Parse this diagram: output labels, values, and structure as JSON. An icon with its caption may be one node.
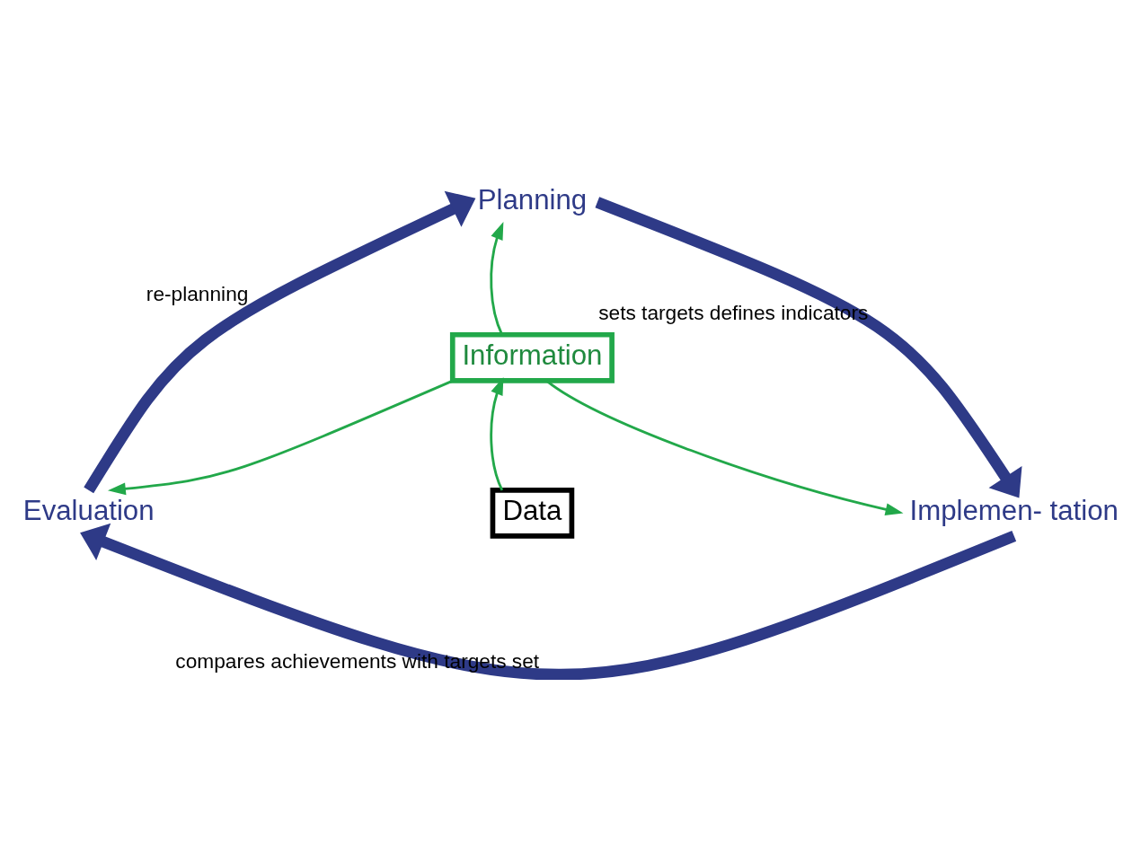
{
  "diagram": {
    "nodes": [
      {
        "text": [
          "Planning"
        ]
      },
      {
        "text": [
          "Information"
        ]
      },
      {
        "text": [
          "Evaluation"
        ]
      },
      {
        "text": [
          "Data"
        ]
      },
      {
        "text": [
          "Implemen- tation"
        ]
      }
    ],
    "edges": [
      {
        "from": 1,
        "to": 0,
        "arrow": "to",
        "color": "#22a84a"
      },
      {
        "from": 1,
        "to": 2,
        "arrow": "to",
        "color": "#22a84a"
      },
      {
        "from": 3,
        "to": 1,
        "arrow": "to",
        "color": "#22a84a"
      },
      {
        "from": 1,
        "to": 4,
        "arrow": "to",
        "color": "#22a84a"
      },
      {
        "from": 0,
        "to": 4,
        "arrow": "to",
        "label": "sets targets defines indicators",
        "style": "thick",
        "color": "#2e3a87"
      },
      {
        "from": 4,
        "to": 2,
        "arrow": "to",
        "label": "compares achievements with targets set",
        "style": "thick",
        "color": "#2e3a87"
      },
      {
        "from": 2,
        "to": 0,
        "arrow": "to",
        "label": "re-planning",
        "style": "thick",
        "color": "#2e3a87"
      }
    ]
  }
}
